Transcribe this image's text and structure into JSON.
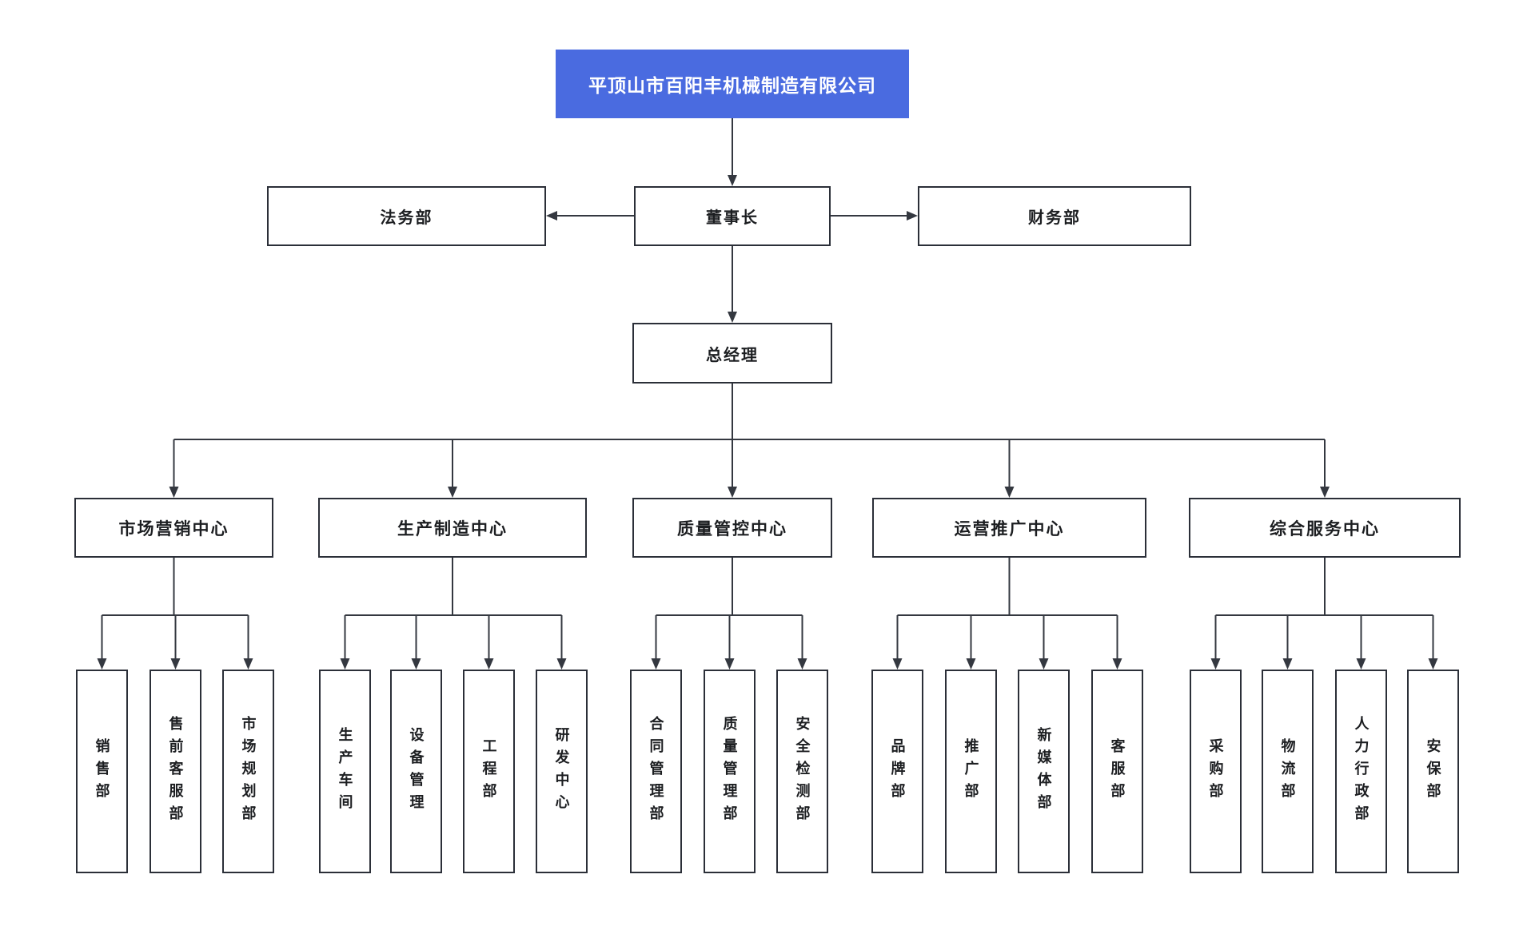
{
  "org": {
    "company": "平顶山市百阳丰机械制造有限公司",
    "chairman": "董事长",
    "staff_left": "法务部",
    "staff_right": "财务部",
    "general_manager": "总经理",
    "centers": [
      {
        "label": "市场营销中心",
        "departments": [
          "销售部",
          "售前客服部",
          "市场规划部"
        ]
      },
      {
        "label": "生产制造中心",
        "departments": [
          "生产车间",
          "设备管理",
          "工程部",
          "研发中心"
        ]
      },
      {
        "label": "质量管控中心",
        "departments": [
          "合同管理部",
          "质量管理部",
          "安全检测部"
        ]
      },
      {
        "label": "运营推广中心",
        "departments": [
          "品牌部",
          "推广部",
          "新媒体部",
          "客服部"
        ]
      },
      {
        "label": "综合服务中心",
        "departments": [
          "采购部",
          "物流部",
          "人力行政部",
          "安保部"
        ]
      }
    ],
    "colors": {
      "root_bg": "#4a6be0",
      "root_text": "#ffffff",
      "box_bg": "#ffffff",
      "box_border": "#2b2f38",
      "line": "#343840",
      "text": "#1c1e21"
    }
  }
}
